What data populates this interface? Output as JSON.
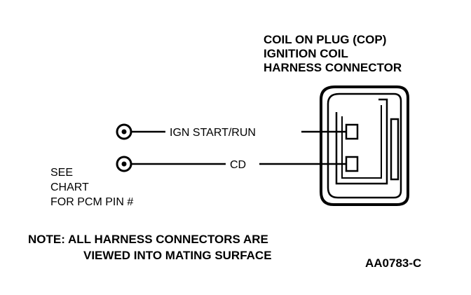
{
  "title_lines": [
    "COIL ON PLUG (COP)",
    "IGNITION COIL",
    "HARNESS CONNECTOR"
  ],
  "circuits": [
    {
      "label": "IGN START/RUN"
    },
    {
      "label": "CD"
    }
  ],
  "side_note_lines": [
    "SEE",
    "CHART",
    "FOR PCM PIN #"
  ],
  "note_lines": [
    "NOTE: ALL HARNESS CONNECTORS ARE",
    "VIEWED INTO MATING SURFACE"
  ],
  "figure_id": "AA0783-C"
}
